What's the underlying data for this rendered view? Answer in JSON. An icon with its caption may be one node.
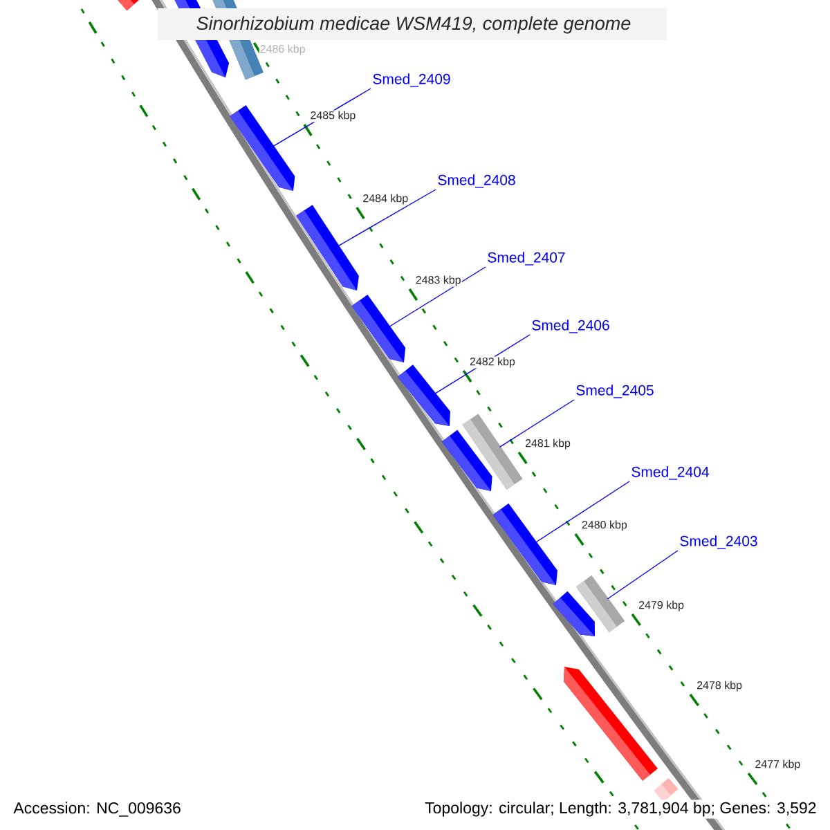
{
  "diagram": {
    "title": "Sinorhizobium medicae WSM419, complete genome",
    "nodes": [
      {
        "text": [
          "Smed_2409"
        ]
      },
      {
        "text": [
          "Smed_2408"
        ]
      },
      {
        "text": [
          "Smed_2407"
        ]
      },
      {
        "text": [
          "Smed_2406"
        ]
      },
      {
        "text": [
          "Smed_2405"
        ]
      },
      {
        "text": [
          "Smed_2404"
        ]
      },
      {
        "text": [
          "Smed_2403"
        ]
      },
      {
        "text": [],
        "shape": "bar"
      },
      {
        "text": [],
        "shape": "bar"
      },
      {
        "text": [],
        "shape": "bar"
      },
      {
        "text": [],
        "shape": "bar"
      },
      {
        "text": [],
        "shape": "bar"
      },
      {
        "text": [],
        "shape": "bar"
      },
      {
        "text": [],
        "shape": "bar"
      },
      {
        "text": [],
        "shape": "bar"
      },
      {
        "text": [],
        "shape": "bar"
      },
      {
        "text": [],
        "shape": "bar"
      },
      {
        "text": [],
        "shape": "bar"
      },
      {
        "text": [],
        "shape": "bar"
      },
      {
        "text": [],
        "shape": "bar"
      },
      {
        "text": [],
        "shape": "bar"
      }
    ],
    "edges": [
      {
        "from": 0,
        "to": 10,
        "arrow": "none"
      },
      {
        "from": 1,
        "to": 11,
        "arrow": "none"
      },
      {
        "from": 2,
        "to": 12,
        "arrow": "none"
      },
      {
        "from": 3,
        "to": 13,
        "arrow": "none"
      },
      {
        "from": 4,
        "to": 14,
        "arrow": "none"
      },
      {
        "from": 5,
        "to": 16,
        "arrow": "none"
      },
      {
        "from": 6,
        "to": 17,
        "arrow": "none"
      }
    ],
    "labels": [
      "2486 kbp",
      "2485 kbp",
      "2484 kbp",
      "2483 kbp",
      "2482 kbp",
      "2481 kbp",
      "2480 kbp",
      "2479 kbp",
      "2478 kbp",
      "2477 kbp",
      "Accession: NC_009636",
      "Topology: circular; Length: 3,781,904 bp; Genes: 3,592"
    ]
  }
}
